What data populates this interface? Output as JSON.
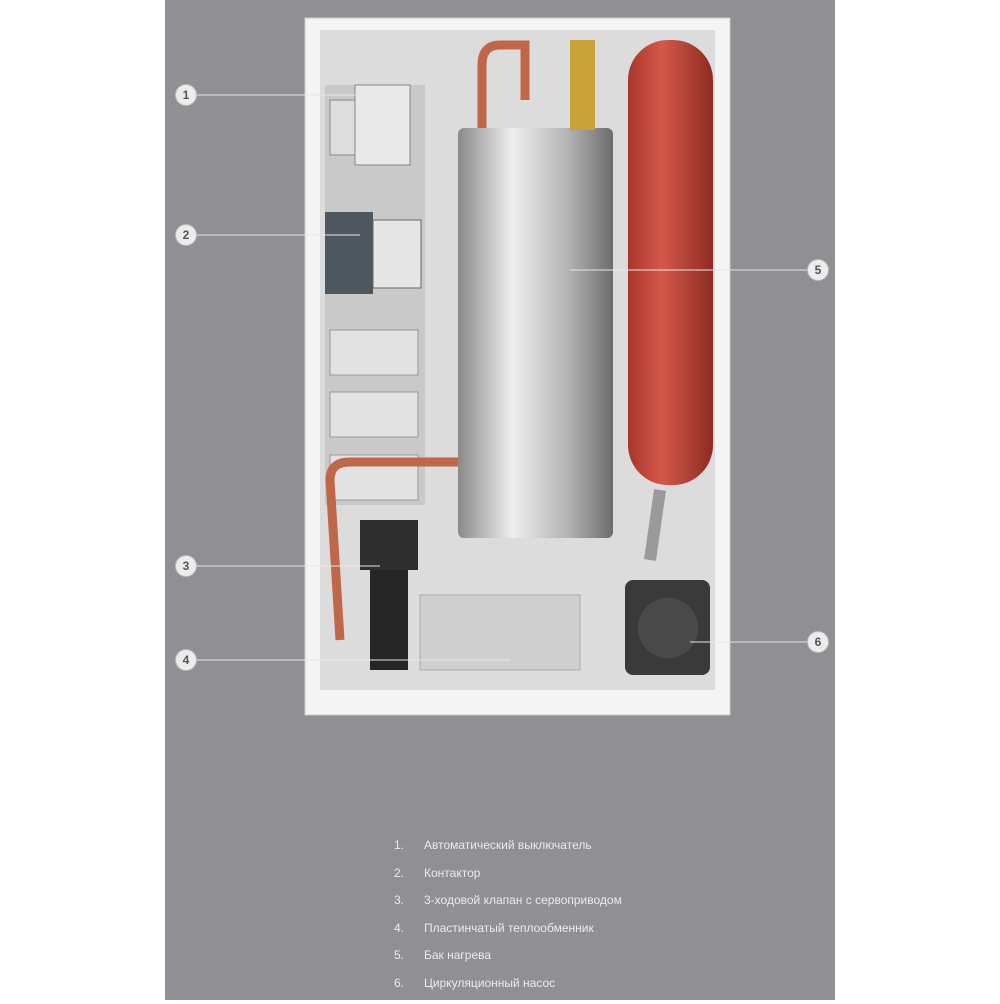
{
  "callouts": [
    "1",
    "2",
    "3",
    "4",
    "5",
    "6"
  ],
  "legend": [
    {
      "num": "1.",
      "text": "Автоматический выключатель"
    },
    {
      "num": "2.",
      "text": "Контактор"
    },
    {
      "num": "3.",
      "text": "3-ходовой клапан с сервоприводом"
    },
    {
      "num": "4.",
      "text": "Пластинчатый теплообменник"
    },
    {
      "num": "5.",
      "text": "Бак нагрева"
    },
    {
      "num": "6.",
      "text": "Циркуляционный насос"
    }
  ],
  "colors": {
    "panel": "#8f8f94",
    "tank": "#c9473a",
    "copper": "#c0674a",
    "steel": "#c8c8c8"
  }
}
